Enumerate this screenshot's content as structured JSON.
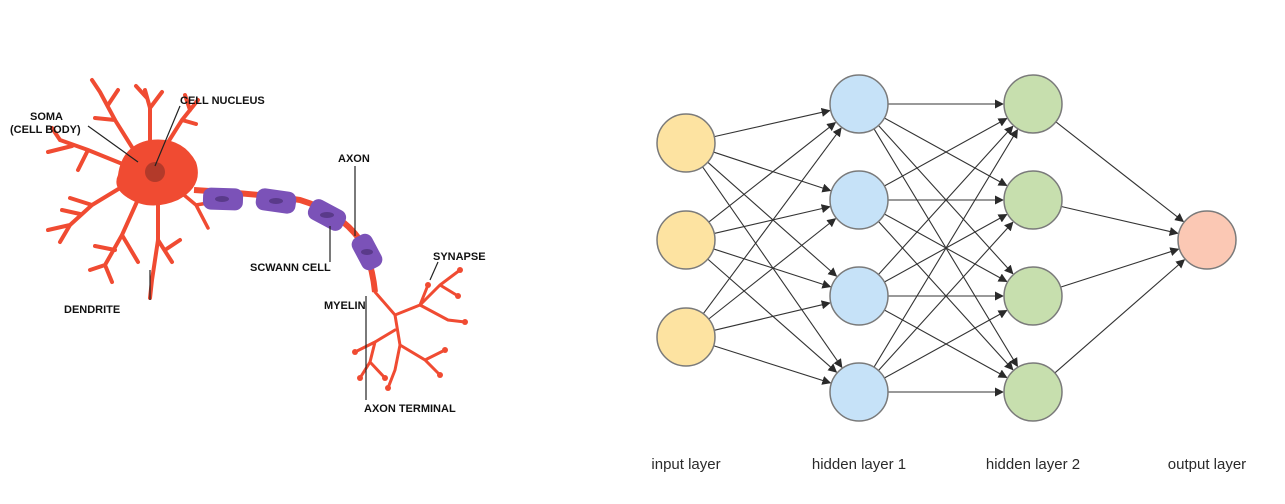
{
  "neuron": {
    "labels": {
      "soma_line1": "SOMA",
      "soma_line2": "(CELL BODY)",
      "nucleus": "CELL NUCLEUS",
      "axon": "AXON",
      "schwann": "SCWANN CELL",
      "synapse": "SYNAPSE",
      "dendrite": "DENDRITE",
      "myelin": "MYELIN",
      "terminal": "AXON TERMINAL"
    },
    "colors": {
      "cell": "#f04b32",
      "myelin": "#7b52b8",
      "myelin_dark": "#5a3a8a",
      "nucleus": "#b33a2a"
    }
  },
  "network": {
    "layers": [
      {
        "label": "input layer",
        "nodes": 3,
        "fill": "#fde3a1",
        "stroke": "#7a7a7a"
      },
      {
        "label": "hidden layer 1",
        "nodes": 4,
        "fill": "#c6e2f8",
        "stroke": "#7a7a7a"
      },
      {
        "label": "hidden layer 2",
        "nodes": 4,
        "fill": "#c7dfae",
        "stroke": "#7a7a7a"
      },
      {
        "label": "output layer",
        "nodes": 1,
        "fill": "#fbc8b4",
        "stroke": "#7a7a7a"
      }
    ],
    "edge_color": "#333333"
  }
}
